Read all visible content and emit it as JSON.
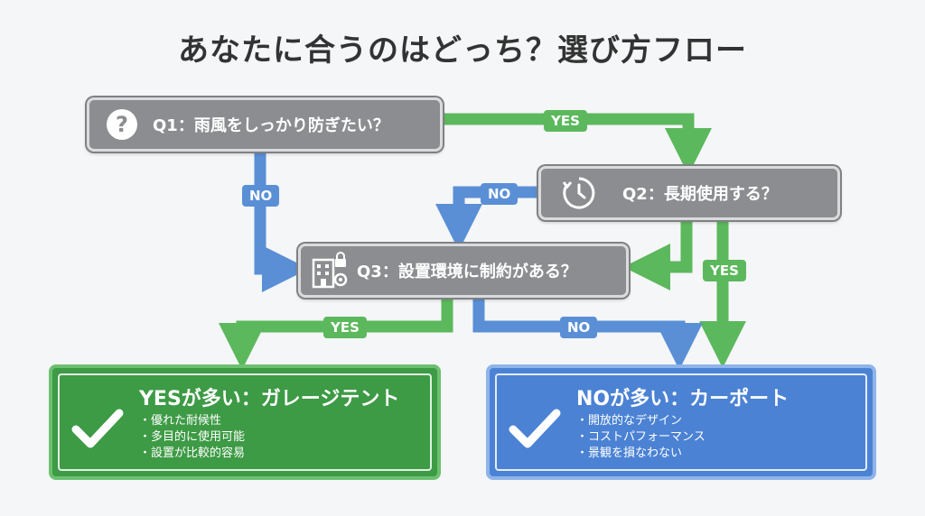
{
  "title": "あなたに合うのはどっち？選び方フロー",
  "colors": {
    "yes": "#5cb85c",
    "no": "#5a8fd6",
    "question": "#8b8d90"
  },
  "questions": [
    {
      "id": "q1",
      "icon": "question-icon",
      "text": "Q1：雨風をしっかり防ぎたい？"
    },
    {
      "id": "q2",
      "icon": "clock-icon",
      "text": "Q2：長期使用する？"
    },
    {
      "id": "q3",
      "icon": "building-lock-icon",
      "text": "Q3：設置環境に制約がある？"
    }
  ],
  "labels": {
    "q1_yes": "YES",
    "q1_no": "NO",
    "q2_no": "NO",
    "q2_yes": "YES",
    "q3_yes": "YES",
    "q3_no": "NO"
  },
  "results": [
    {
      "id": "garage",
      "icon": "check-icon",
      "title": "YESが多い：ガレージテント",
      "points": [
        "優れた耐候性",
        "多目的に使用可能",
        "設置が比較的容易"
      ]
    },
    {
      "id": "carport",
      "icon": "check-icon",
      "title": "NOが多い：カーポート",
      "points": [
        "開放的なデザイン",
        "コストパフォーマンス",
        "景観を損なわない"
      ]
    }
  ]
}
